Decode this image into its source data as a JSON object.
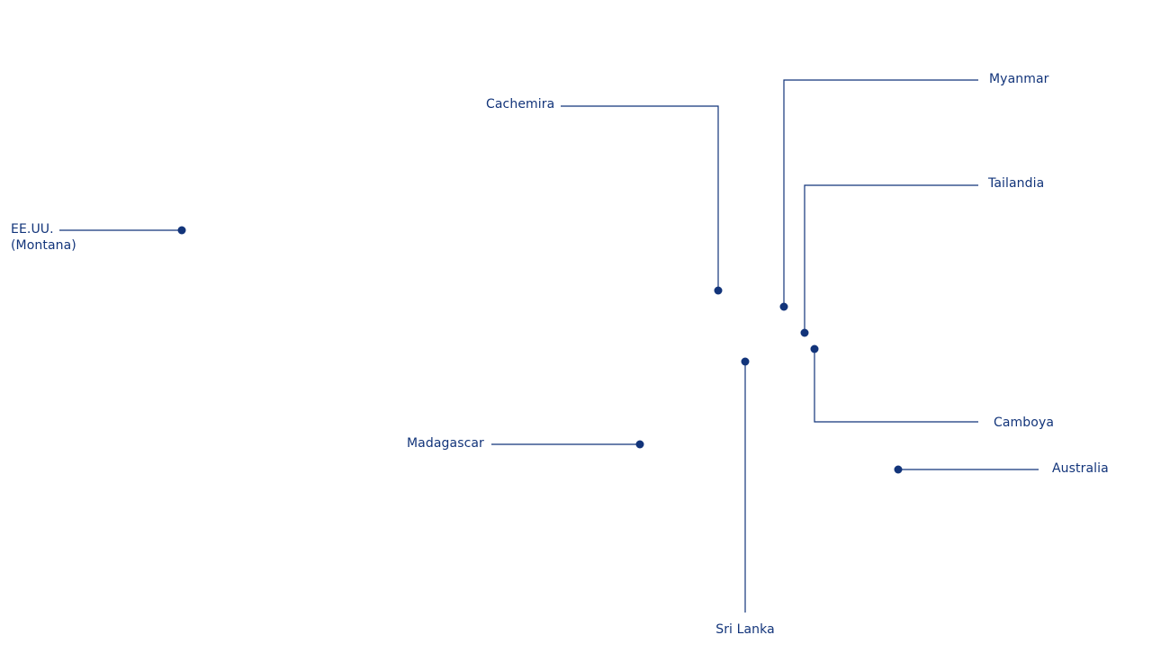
{
  "colors": {
    "accent": "#12347a",
    "background": "#ffffff"
  },
  "locations": [
    {
      "id": "usa",
      "name": "EE.UU.",
      "name_line2": "(Montana)",
      "marker": "dot"
    },
    {
      "id": "kashmir",
      "name": "Cachemira",
      "marker": "dot"
    },
    {
      "id": "myanmar",
      "name": "Myanmar",
      "marker": "dot"
    },
    {
      "id": "thailand",
      "name": "Tailandia",
      "marker": "dot"
    },
    {
      "id": "cambodia",
      "name": "Camboya",
      "marker": "dot"
    },
    {
      "id": "australia",
      "name": "Australia",
      "marker": "dot"
    },
    {
      "id": "madagascar",
      "name": "Madagascar",
      "marker": "dot"
    },
    {
      "id": "sri-lanka",
      "name": "Sri Lanka",
      "marker": "dot"
    }
  ]
}
